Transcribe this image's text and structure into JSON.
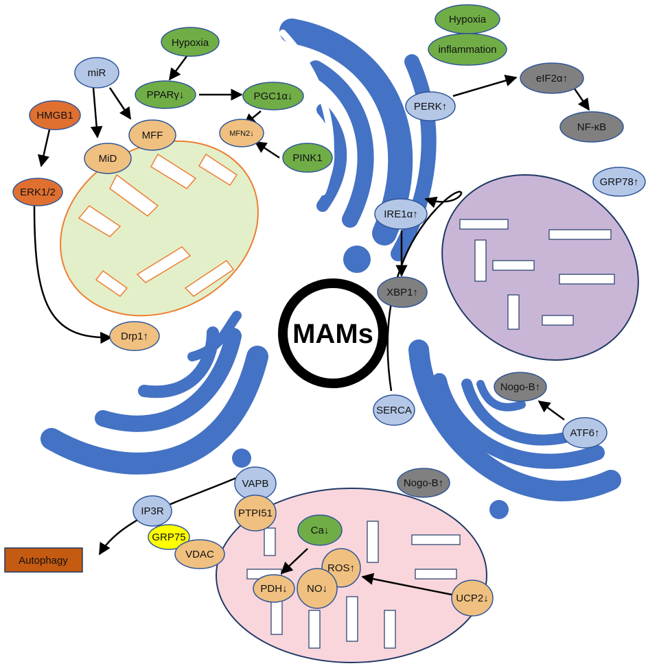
{
  "center_label": "MAMs",
  "labels": {
    "hypoxia_top": "Hypoxia",
    "mir": "miR",
    "ppar": "PPARγ↓",
    "pgc": "PGC1α↓",
    "hmgb1": "HMGB1",
    "mff": "MFF",
    "mfn2": "MFN2↓",
    "pink1": "PINK1",
    "mid": "MiD",
    "erk": "ERK1/2",
    "drp1": "Drp1↑",
    "hypoxia_right": "Hypoxia",
    "inflammation": "inflammation",
    "perk": "PERK↑",
    "eif2a": "eIF2α↑",
    "nfkb": "NF-κB",
    "grp78": "GRP78↑",
    "ire1a": "IRE1α↑",
    "xbp1": "XBP1↑",
    "serca": "SERCA",
    "nogob_top": "Nogo-B↑",
    "atf6": "ATF6↑",
    "nogob_bottom": "Nogo-B↑",
    "vapb": "VAPB",
    "ptpi51": "PTPI51",
    "ip3r": "IP3R",
    "grp75": "GRP75",
    "vdac": "VDAC",
    "autophagy": "Autophagy",
    "ca": "Ca↓",
    "ros": "ROS↑",
    "pdh": "PDH↓",
    "no": "NO↓",
    "ucp2": "UCP2↓"
  },
  "colors": {
    "er_blue": "#4472C4",
    "node_light_blue": "#B4C7E7",
    "node_green": "#70AD47",
    "node_orange": "#E07030",
    "node_tan": "#F0C080",
    "node_gray": "#808080",
    "node_yellow": "#FFFF00",
    "mito_green_fill": "#E2EFC9",
    "mito_green_edge": "#ED7D31",
    "mito_purple_fill": "#C9B6D6",
    "mito_pink_fill": "#F8D6DC",
    "autophagy_fill": "#C55A11"
  }
}
